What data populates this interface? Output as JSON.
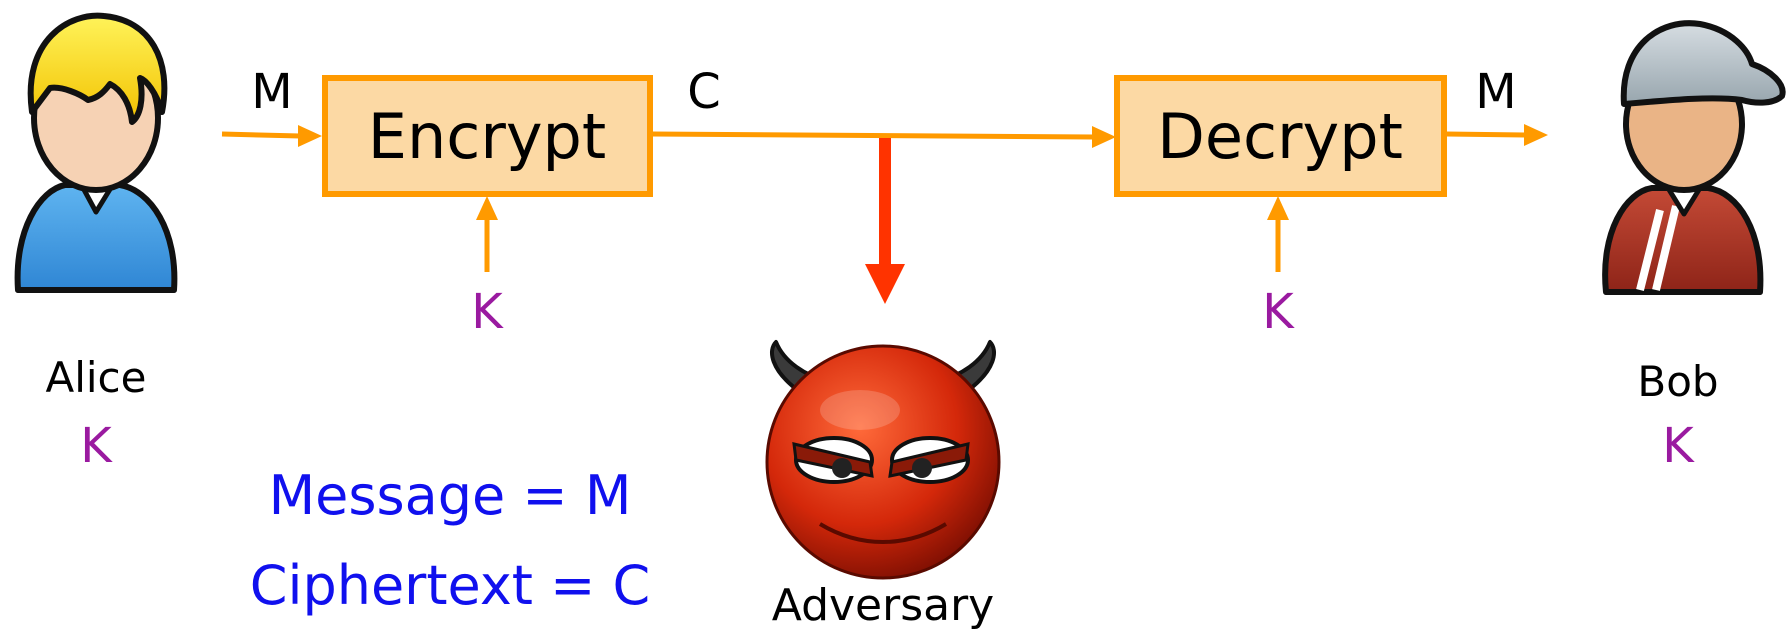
{
  "actors": {
    "alice": {
      "name": "Alice",
      "key": "K"
    },
    "bob": {
      "name": "Bob",
      "key": "K"
    },
    "adversary": {
      "name": "Adversary"
    }
  },
  "boxes": {
    "encrypt": "Encrypt",
    "decrypt": "Decrypt"
  },
  "flow": {
    "message_in": "M",
    "ciphertext": "C",
    "message_out": "M",
    "encrypt_key": "K",
    "decrypt_key": "K"
  },
  "legend": {
    "message": "Message = M",
    "ciphertext": "Ciphertext = C"
  },
  "colors": {
    "box_fill": "#fcd9a4",
    "box_stroke": "#ff9a00",
    "arrow": "#ff9a00",
    "attack_arrow": "#ff3300",
    "key": "#9a1aa0",
    "legend": "#1010ee",
    "text": "#000000"
  }
}
